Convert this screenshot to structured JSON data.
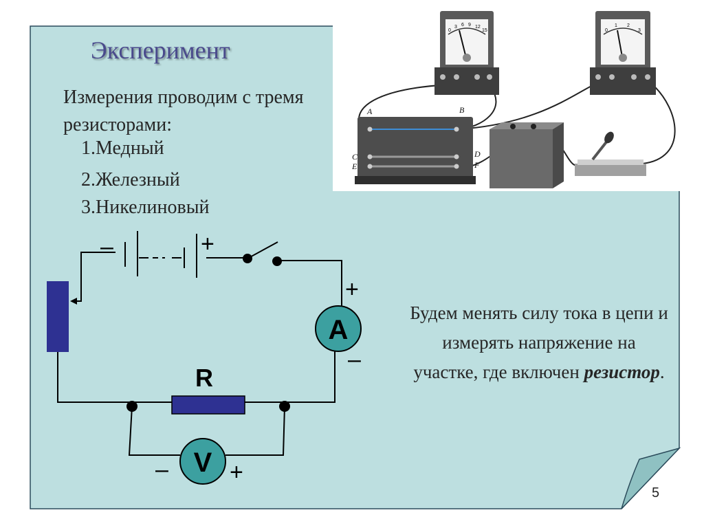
{
  "slide": {
    "title": "Эксперимент",
    "intro": "Измерения проводим с тремя резисторами:",
    "items": [
      "1.Медный",
      "2.Железный",
      "3.Никелиновый"
    ],
    "description_before": "Будем менять силу тока в цепи и измерять напряжение на участке, где включен ",
    "description_emphasis": "резистор",
    "description_after": ".",
    "page_number": "5"
  },
  "colors": {
    "background": "#bddfe0",
    "page_border": "#2a4a5a",
    "title": "#4a4a8c",
    "component": "#2e3192",
    "meter": "#3ca0a0"
  },
  "circuit": {
    "ammeter_label": "A",
    "voltmeter_label": "V",
    "resistor_label": "R",
    "battery_minus": "–",
    "battery_plus": "+",
    "ammeter_plus": "+",
    "ammeter_minus": "–",
    "voltmeter_minus": "–",
    "voltmeter_plus": "+"
  },
  "photo": {
    "terminal_labels": [
      "A",
      "B",
      "C",
      "D",
      "E",
      "F"
    ],
    "voltmeter_scale": [
      "0",
      "3",
      "6",
      "9",
      "12",
      "15"
    ],
    "ammeter_scale": [
      "0",
      "1",
      "2",
      "3"
    ]
  }
}
